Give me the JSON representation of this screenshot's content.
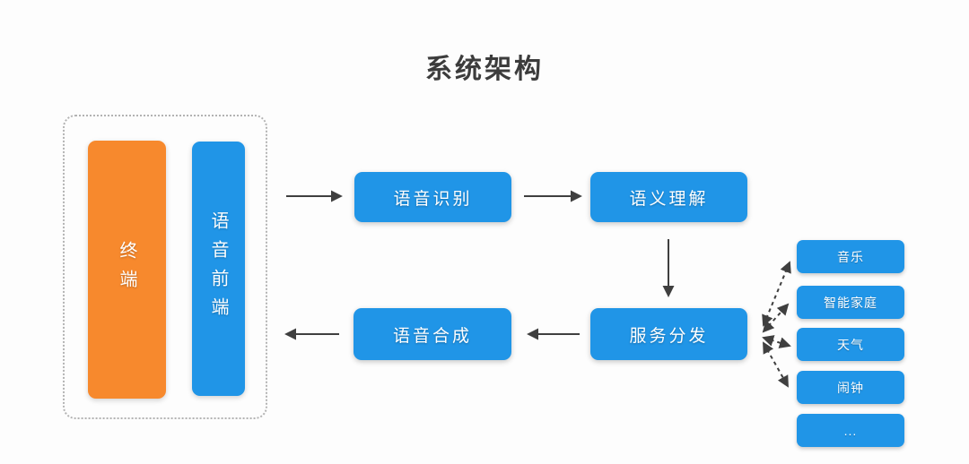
{
  "title": "系统架构",
  "colors": {
    "accent_blue": "#2095e7",
    "accent_orange": "#f7892d",
    "arrow": "#3f3f3f"
  },
  "frontend_group": {
    "terminal": "终端",
    "voice_frontend": "语音前端"
  },
  "pipeline": {
    "asr": "语音识别",
    "nlu": "语义理解",
    "tts": "语音合成",
    "dispatch": "服务分发"
  },
  "services": [
    {
      "label": "音乐"
    },
    {
      "label": "智能家庭"
    },
    {
      "label": "天气"
    },
    {
      "label": "闹钟"
    },
    {
      "label": "..."
    }
  ]
}
